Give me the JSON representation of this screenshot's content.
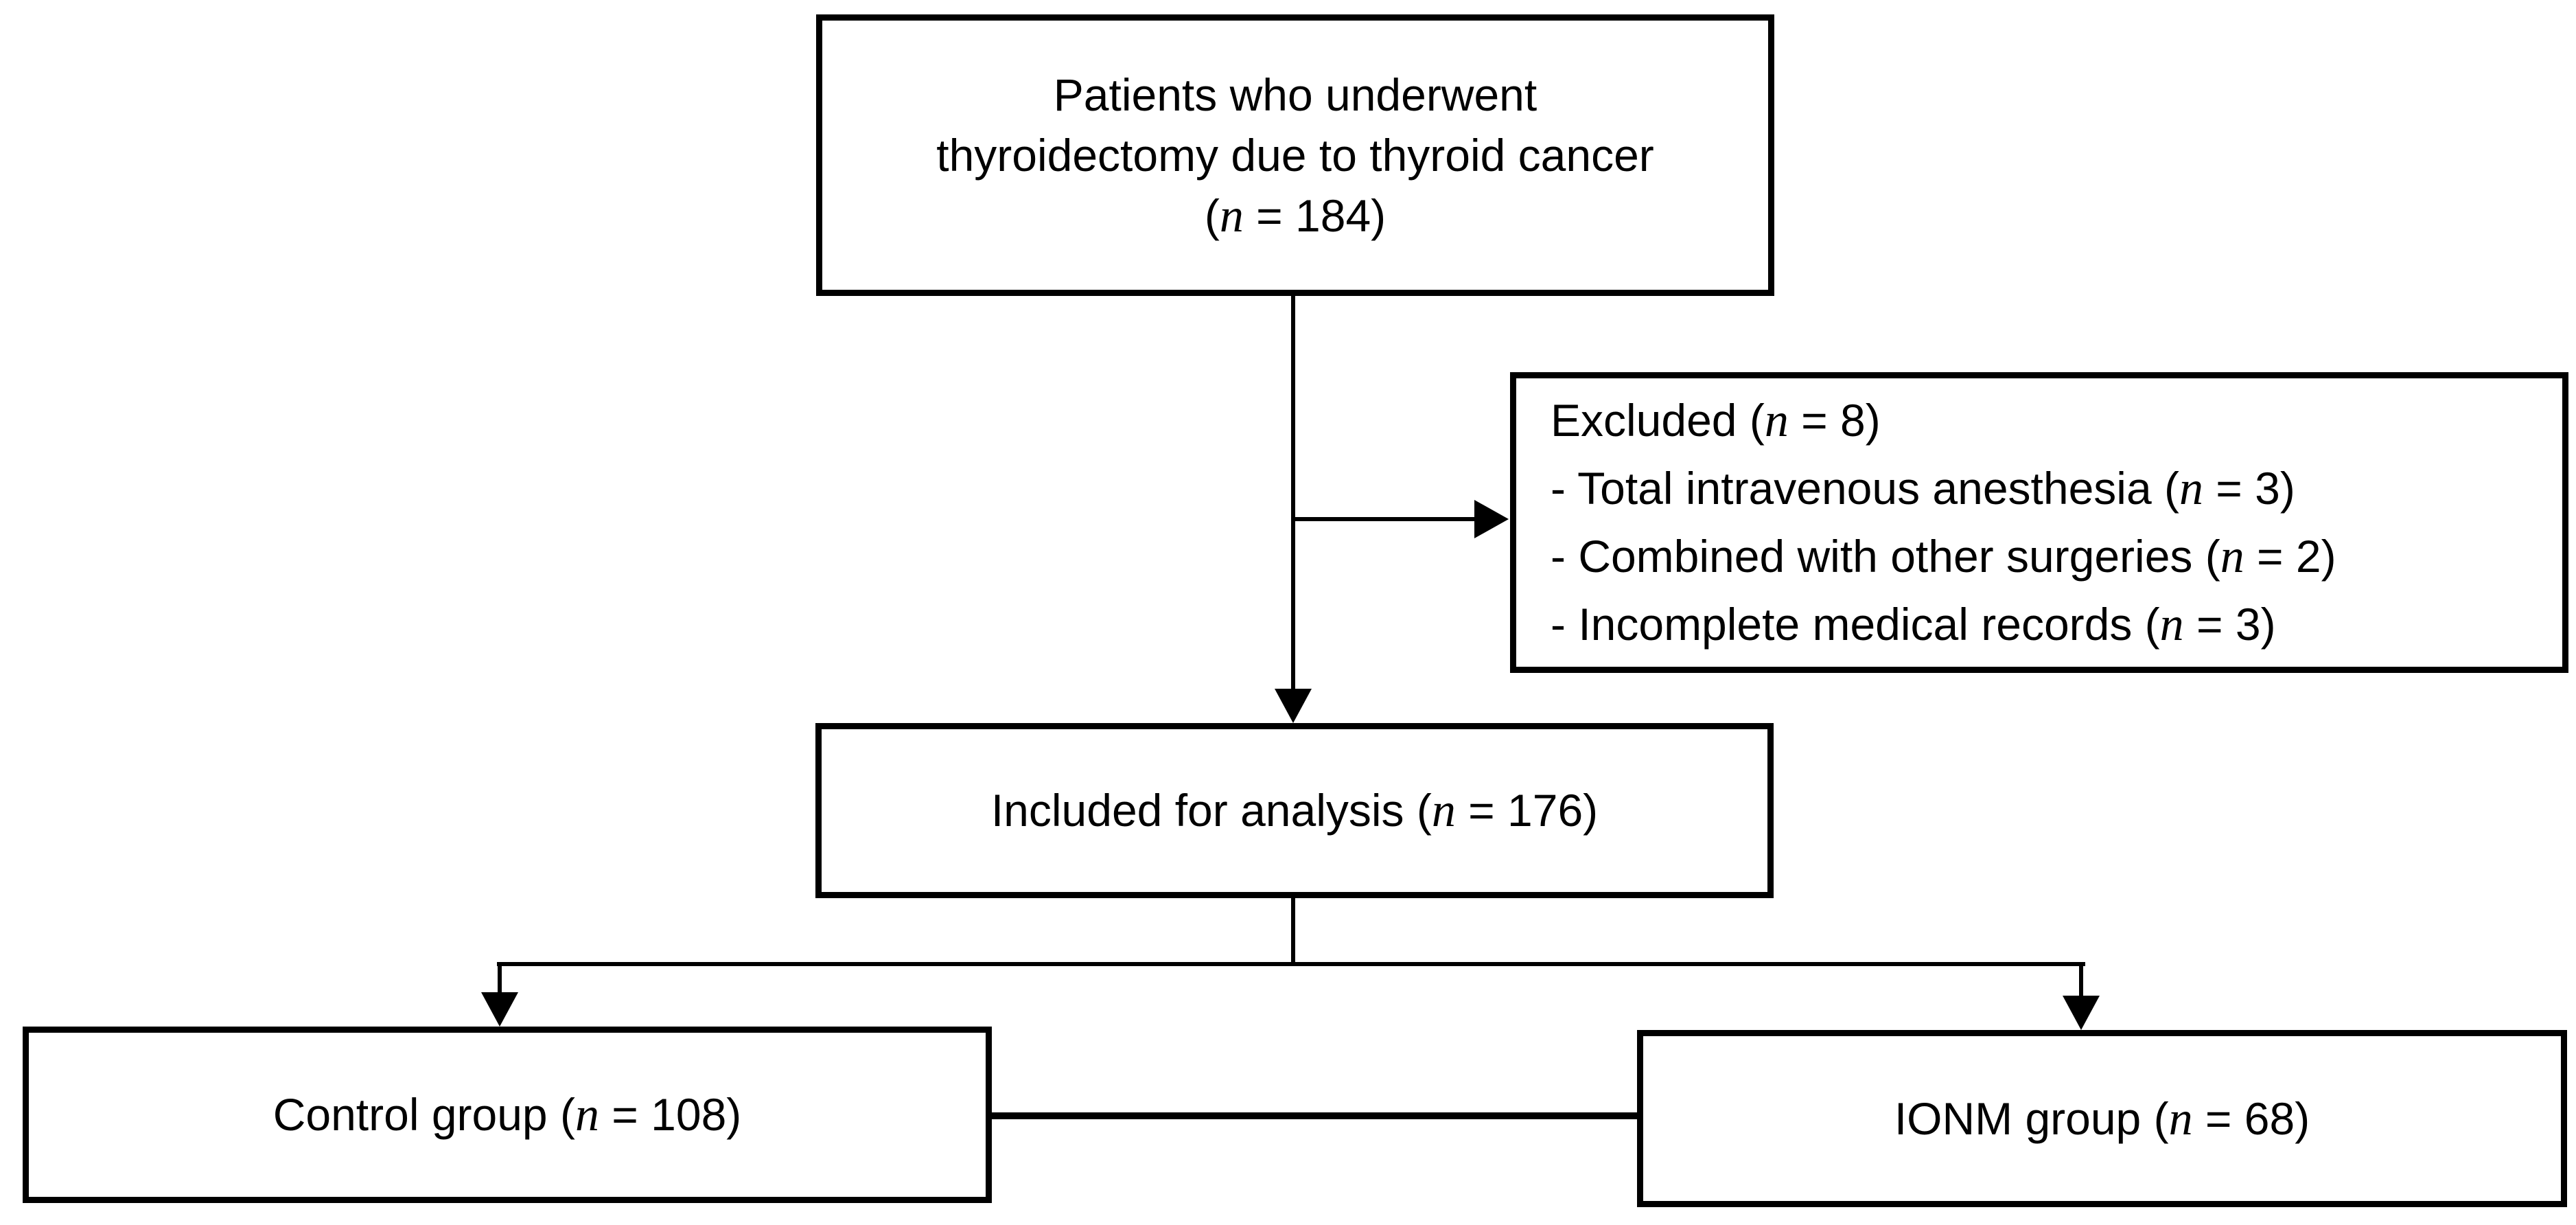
{
  "figure": {
    "type": "flowchart",
    "colors": {
      "background": "#ffffff",
      "box_border": "#000000",
      "text": "#000000",
      "connector": "#000000"
    },
    "nodes": {
      "patients": {
        "text": "Patients who underwent thyroidectomy due to thyroid cancer (n = 184)",
        "n": 184,
        "lines": [
          [
            {
              "t": "Patients who underwent"
            }
          ],
          [
            {
              "t": "thyroidectomy due to thyroid cancer"
            }
          ],
          [
            {
              "t": "("
            },
            {
              "t": "n",
              "i": true
            },
            {
              "t": " = 184)"
            }
          ]
        ]
      },
      "excluded": {
        "text": "Excluded (n = 8)",
        "n": 8,
        "items": [
          {
            "label": "Total intravenous anesthesia",
            "n": 3
          },
          {
            "label": "Combined with other surgeries",
            "n": 2
          },
          {
            "label": "Incomplete medical records",
            "n": 3
          }
        ],
        "lines": [
          [
            {
              "t": "Excluded ("
            },
            {
              "t": "n",
              "i": true
            },
            {
              "t": " = 8)"
            }
          ],
          [
            {
              "t": "- Total intravenous anesthesia ("
            },
            {
              "t": "n",
              "i": true
            },
            {
              "t": " = 3)"
            }
          ],
          [
            {
              "t": "- Combined with other surgeries ("
            },
            {
              "t": "n",
              "i": true
            },
            {
              "t": " = 2)"
            }
          ],
          [
            {
              "t": "- Incomplete medical records ("
            },
            {
              "t": "n",
              "i": true
            },
            {
              "t": " = 3)"
            }
          ]
        ]
      },
      "included": {
        "text": "Included for analysis (n = 176)",
        "n": 176,
        "lines": [
          [
            {
              "t": "Included for analysis ("
            },
            {
              "t": "n",
              "i": true
            },
            {
              "t": " = 176)"
            }
          ]
        ]
      },
      "control": {
        "text": "Control group (n = 108)",
        "n": 108,
        "lines": [
          [
            {
              "t": "Control group ("
            },
            {
              "t": "n",
              "i": true
            },
            {
              "t": " = 108)"
            }
          ]
        ]
      },
      "ionm": {
        "text": "IONM group (n = 68)",
        "n": 68,
        "lines": [
          [
            {
              "t": "IONM group ("
            },
            {
              "t": "n",
              "i": true
            },
            {
              "t": " = 68)"
            }
          ]
        ]
      }
    },
    "edges": [
      {
        "from": "patients",
        "to": "included",
        "style": "arrow"
      },
      {
        "from": "patients",
        "to": "excluded",
        "style": "arrow"
      },
      {
        "from": "included",
        "to": "control",
        "style": "arrow"
      },
      {
        "from": "included",
        "to": "ionm",
        "style": "arrow"
      },
      {
        "from": "control",
        "to": "ionm",
        "style": "plain-line"
      }
    ]
  }
}
